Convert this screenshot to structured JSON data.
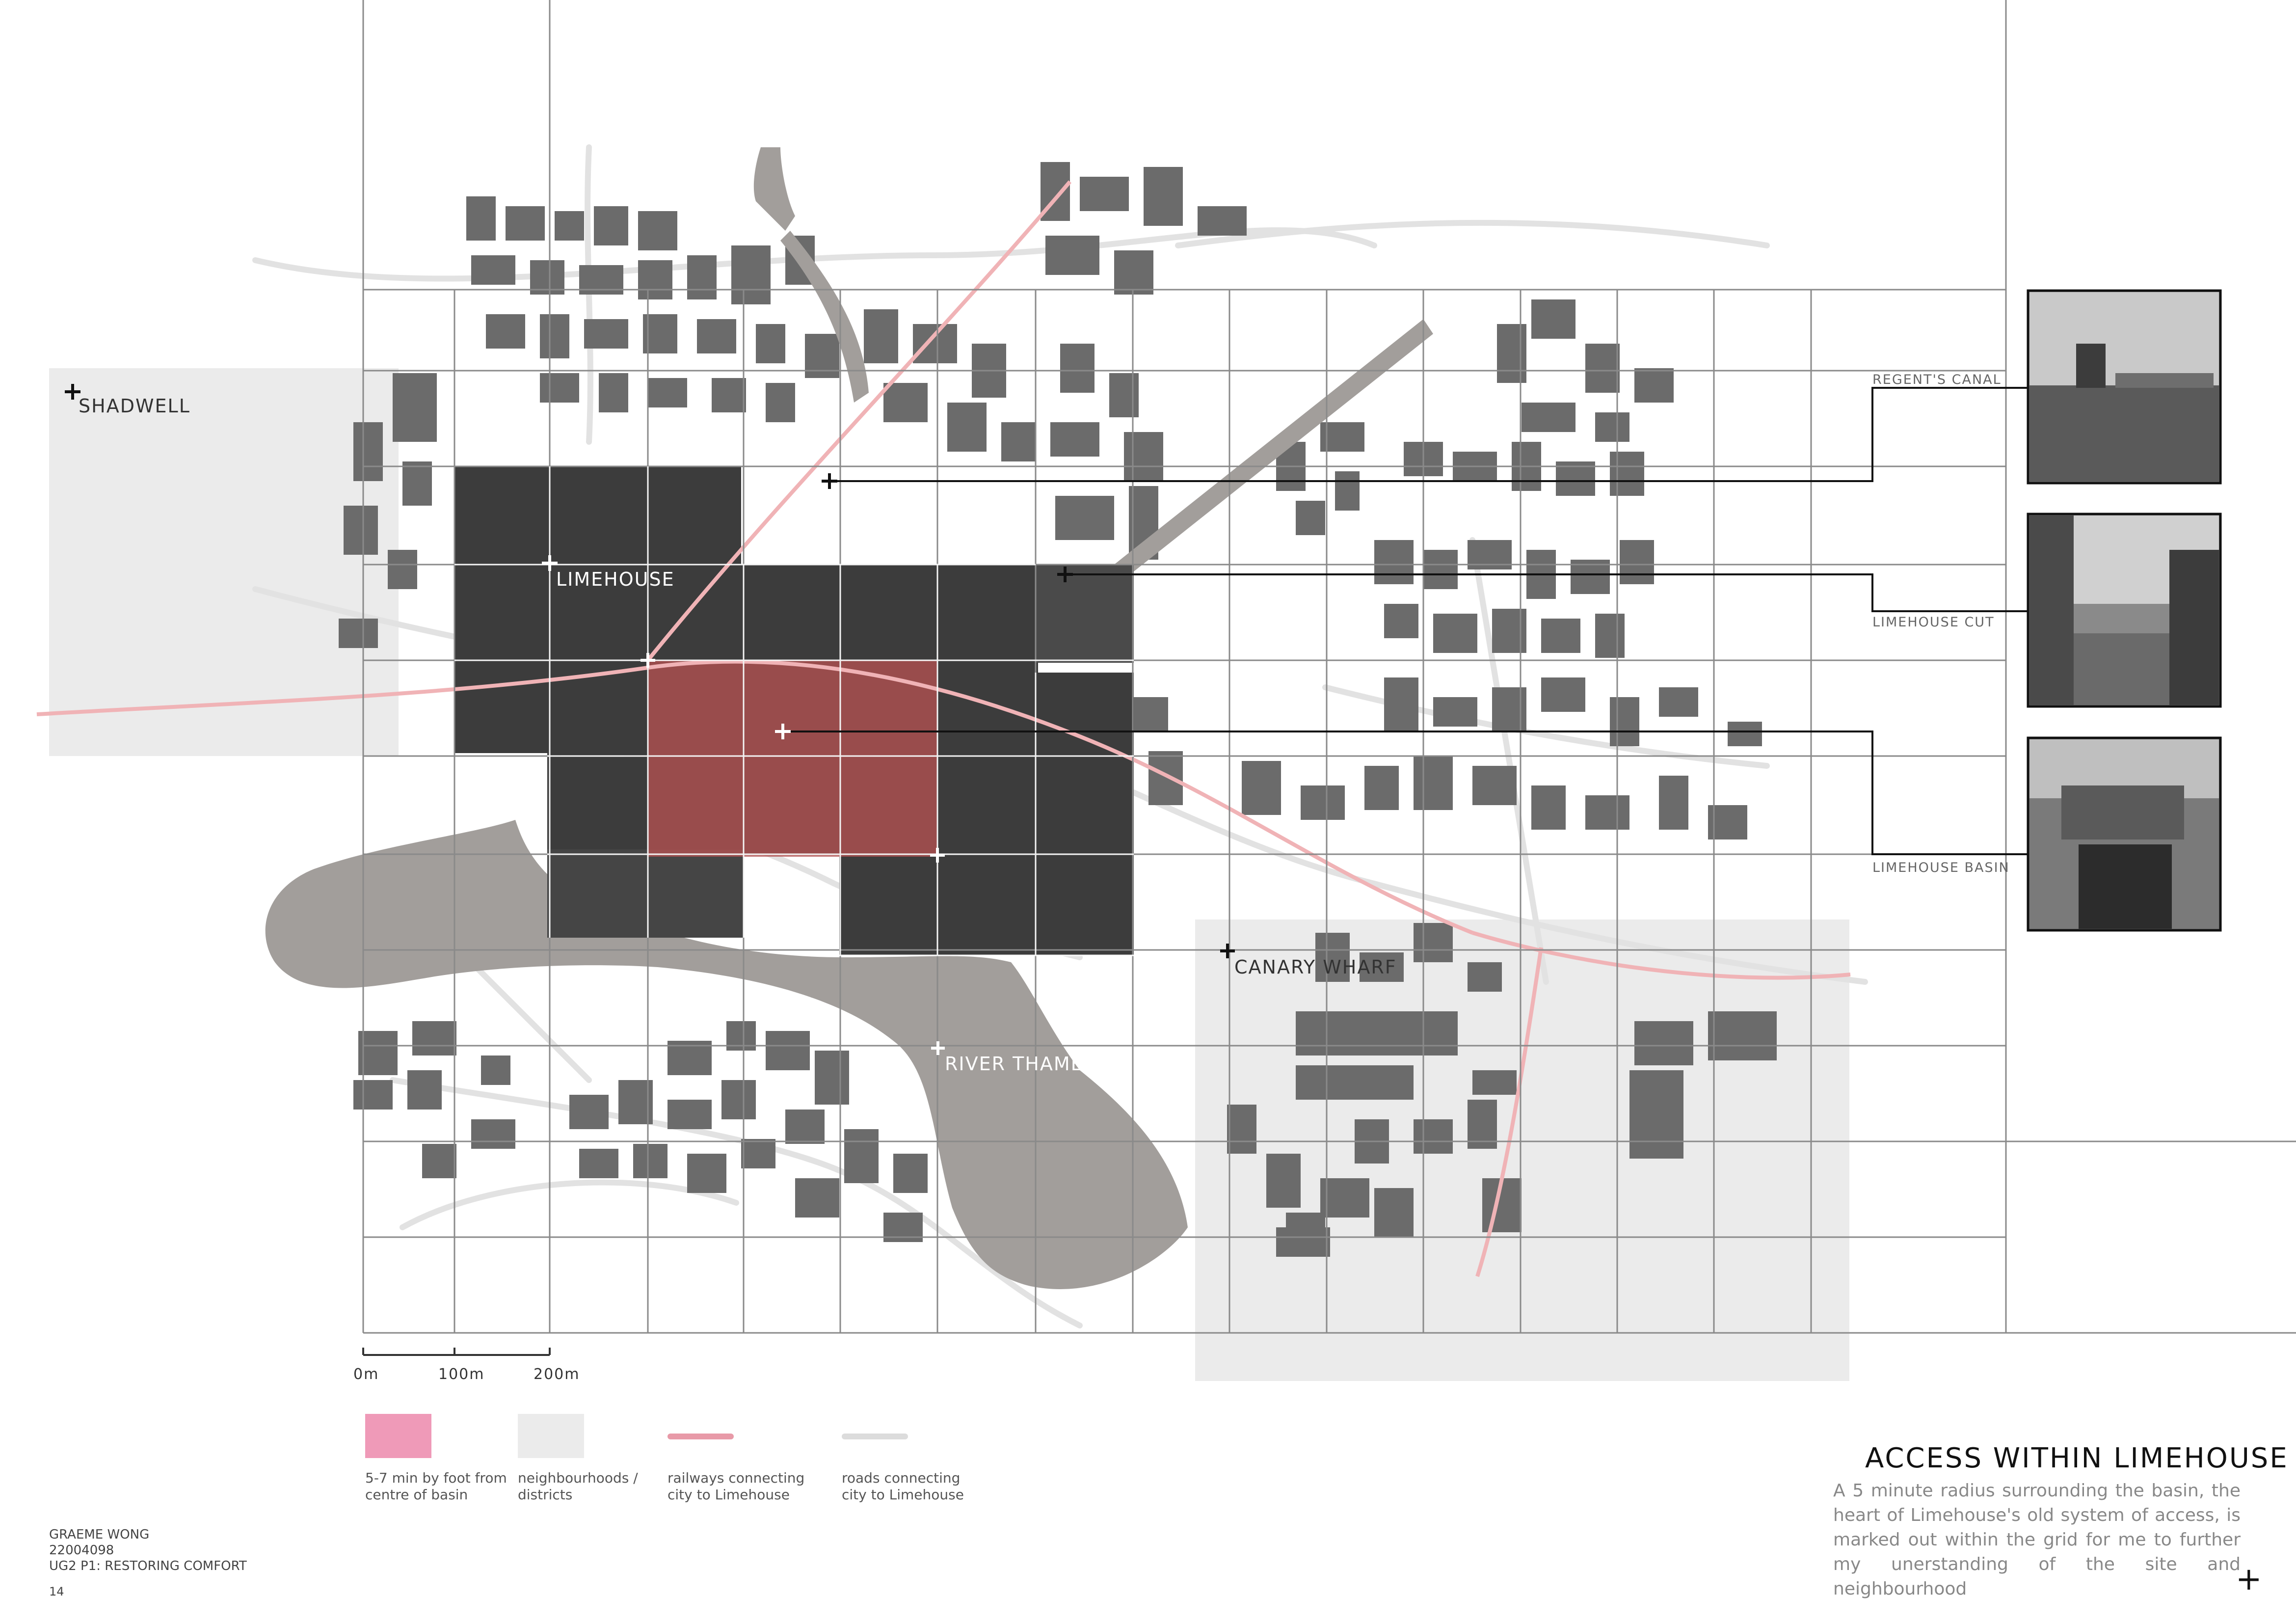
{
  "title": "ACCESS WITHIN LIMEHOUSE",
  "description": "A 5 minute radius  surrounding the basin, the heart of Limehouse's old system of access, is marked out within the grid for me to further my unerstanding of the site and neighbourhood",
  "credits": {
    "name": "GRAEME WONG",
    "id": "22004098",
    "project": "UG2 P1: RESTORING COMFORT",
    "page": "14"
  },
  "places": {
    "shadwell": "SHADWELL",
    "limehouse": "LIMEHOUSE",
    "canary_wharf": "CANARY WHARF",
    "river_thames": "RIVER THAMES"
  },
  "photos": [
    {
      "label": "REGENT'S CANAL",
      "icon": "photo-regents-canal"
    },
    {
      "label": "LIMEHOUSE CUT",
      "icon": "photo-limehouse-cut"
    },
    {
      "label": "LIMEHOUSE BASIN",
      "icon": "photo-limehouse-basin"
    }
  ],
  "scale": {
    "labels": [
      "0m",
      "100m",
      "200m"
    ]
  },
  "legend": [
    {
      "label": "5-7 min by foot from centre of basin",
      "color": "#ef9ab8"
    },
    {
      "label": "neighbourhoods / districts",
      "color": "#ebebeb"
    },
    {
      "label": "railways connecting city to Limehouse",
      "color": "#e89aa8"
    },
    {
      "label": "roads connecting city to Limehouse",
      "color": "#dcdcdc"
    }
  ],
  "colors": {
    "building": "#6b6b6b",
    "river": "#a29e9b",
    "district": "#ebebeb",
    "railway": "#f0b3b6",
    "radius": "#b84c4c",
    "aerial": "#3c3c3c"
  }
}
